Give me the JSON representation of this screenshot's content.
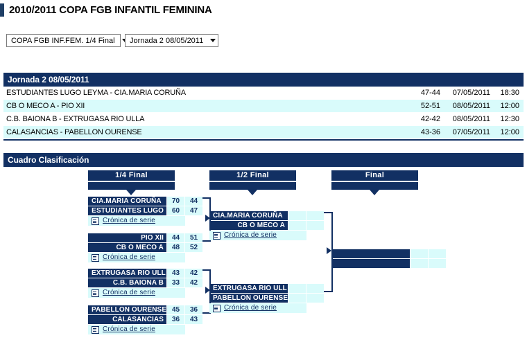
{
  "header": {
    "title": "2010/2011 COPA FGB INFANTIL FEMININA",
    "accent_color": "#1f3f66"
  },
  "filters": [
    {
      "name": "competition-select",
      "value": "COPA FGB INF.FEM. 1/4 Final"
    },
    {
      "name": "matchday-select",
      "value": "Jornada 2 08/05/2011"
    }
  ],
  "results_panel": {
    "heading": "Jornada 2 08/05/2011",
    "rows": [
      {
        "match": "ESTUDIANTES LUGO LEYMA - CIA.MARIA CORUÑA",
        "score": "47-44",
        "date": "07/05/2011",
        "time": "18:30"
      },
      {
        "match": "CB O MECO A - PIO XII",
        "score": "52-51",
        "date": "08/05/2011",
        "time": "12:00"
      },
      {
        "match": "C.B. BAIONA B - EXTRUGASA RIO ULLA",
        "score": "42-42",
        "date": "08/05/2011",
        "time": "12:30"
      },
      {
        "match": "CALASANCIAS - PABELLON OURENSE",
        "score": "43-36",
        "date": "07/05/2011",
        "time": "12:00"
      }
    ]
  },
  "bracket_panel": {
    "heading": "Cuadro Clasificación",
    "rounds": [
      {
        "label": "1/4 Final"
      },
      {
        "label": "1/2 Final"
      },
      {
        "label": "Final"
      }
    ],
    "cronica_label": "Crónica de serie",
    "quarterfinals": [
      {
        "teams": [
          {
            "name": "CIA.MARIA CORUÑA",
            "s1": "70",
            "s2": "44"
          },
          {
            "name": "ESTUDIANTES LUGO",
            "s1": "60",
            "s2": "47"
          }
        ]
      },
      {
        "teams": [
          {
            "name": "PIO XII",
            "s1": "44",
            "s2": "51"
          },
          {
            "name": "CB O MECO A",
            "s1": "48",
            "s2": "52"
          }
        ]
      },
      {
        "teams": [
          {
            "name": "EXTRUGASA RIO ULL",
            "s1": "43",
            "s2": "42"
          },
          {
            "name": "C.B. BAIONA B",
            "s1": "33",
            "s2": "42"
          }
        ]
      },
      {
        "teams": [
          {
            "name": "PABELLON OURENSE",
            "s1": "45",
            "s2": "36"
          },
          {
            "name": "CALASANCIAS",
            "s1": "36",
            "s2": "43"
          }
        ]
      }
    ],
    "semifinals": [
      {
        "teams": [
          {
            "name": "CIA.MARIA CORUÑA",
            "s1": "",
            "s2": ""
          },
          {
            "name": "CB O MECO A",
            "s1": "",
            "s2": ""
          }
        ]
      },
      {
        "teams": [
          {
            "name": "EXTRUGASA RIO ULL",
            "s1": "",
            "s2": ""
          },
          {
            "name": "PABELLON OURENSE",
            "s1": "",
            "s2": ""
          }
        ]
      }
    ],
    "final": {
      "teams": [
        {
          "name": "",
          "s1": "",
          "s2": ""
        },
        {
          "name": "",
          "s1": "",
          "s2": ""
        }
      ]
    }
  },
  "colors": {
    "navy": "#123063",
    "cyan": "#d9fbfb",
    "white": "#ffffff"
  }
}
